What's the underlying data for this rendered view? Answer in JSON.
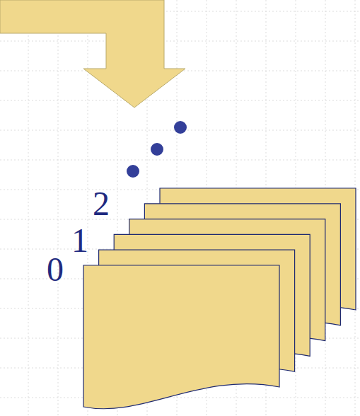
{
  "diagram": {
    "labels": [
      "0",
      "1",
      "2"
    ]
  }
}
